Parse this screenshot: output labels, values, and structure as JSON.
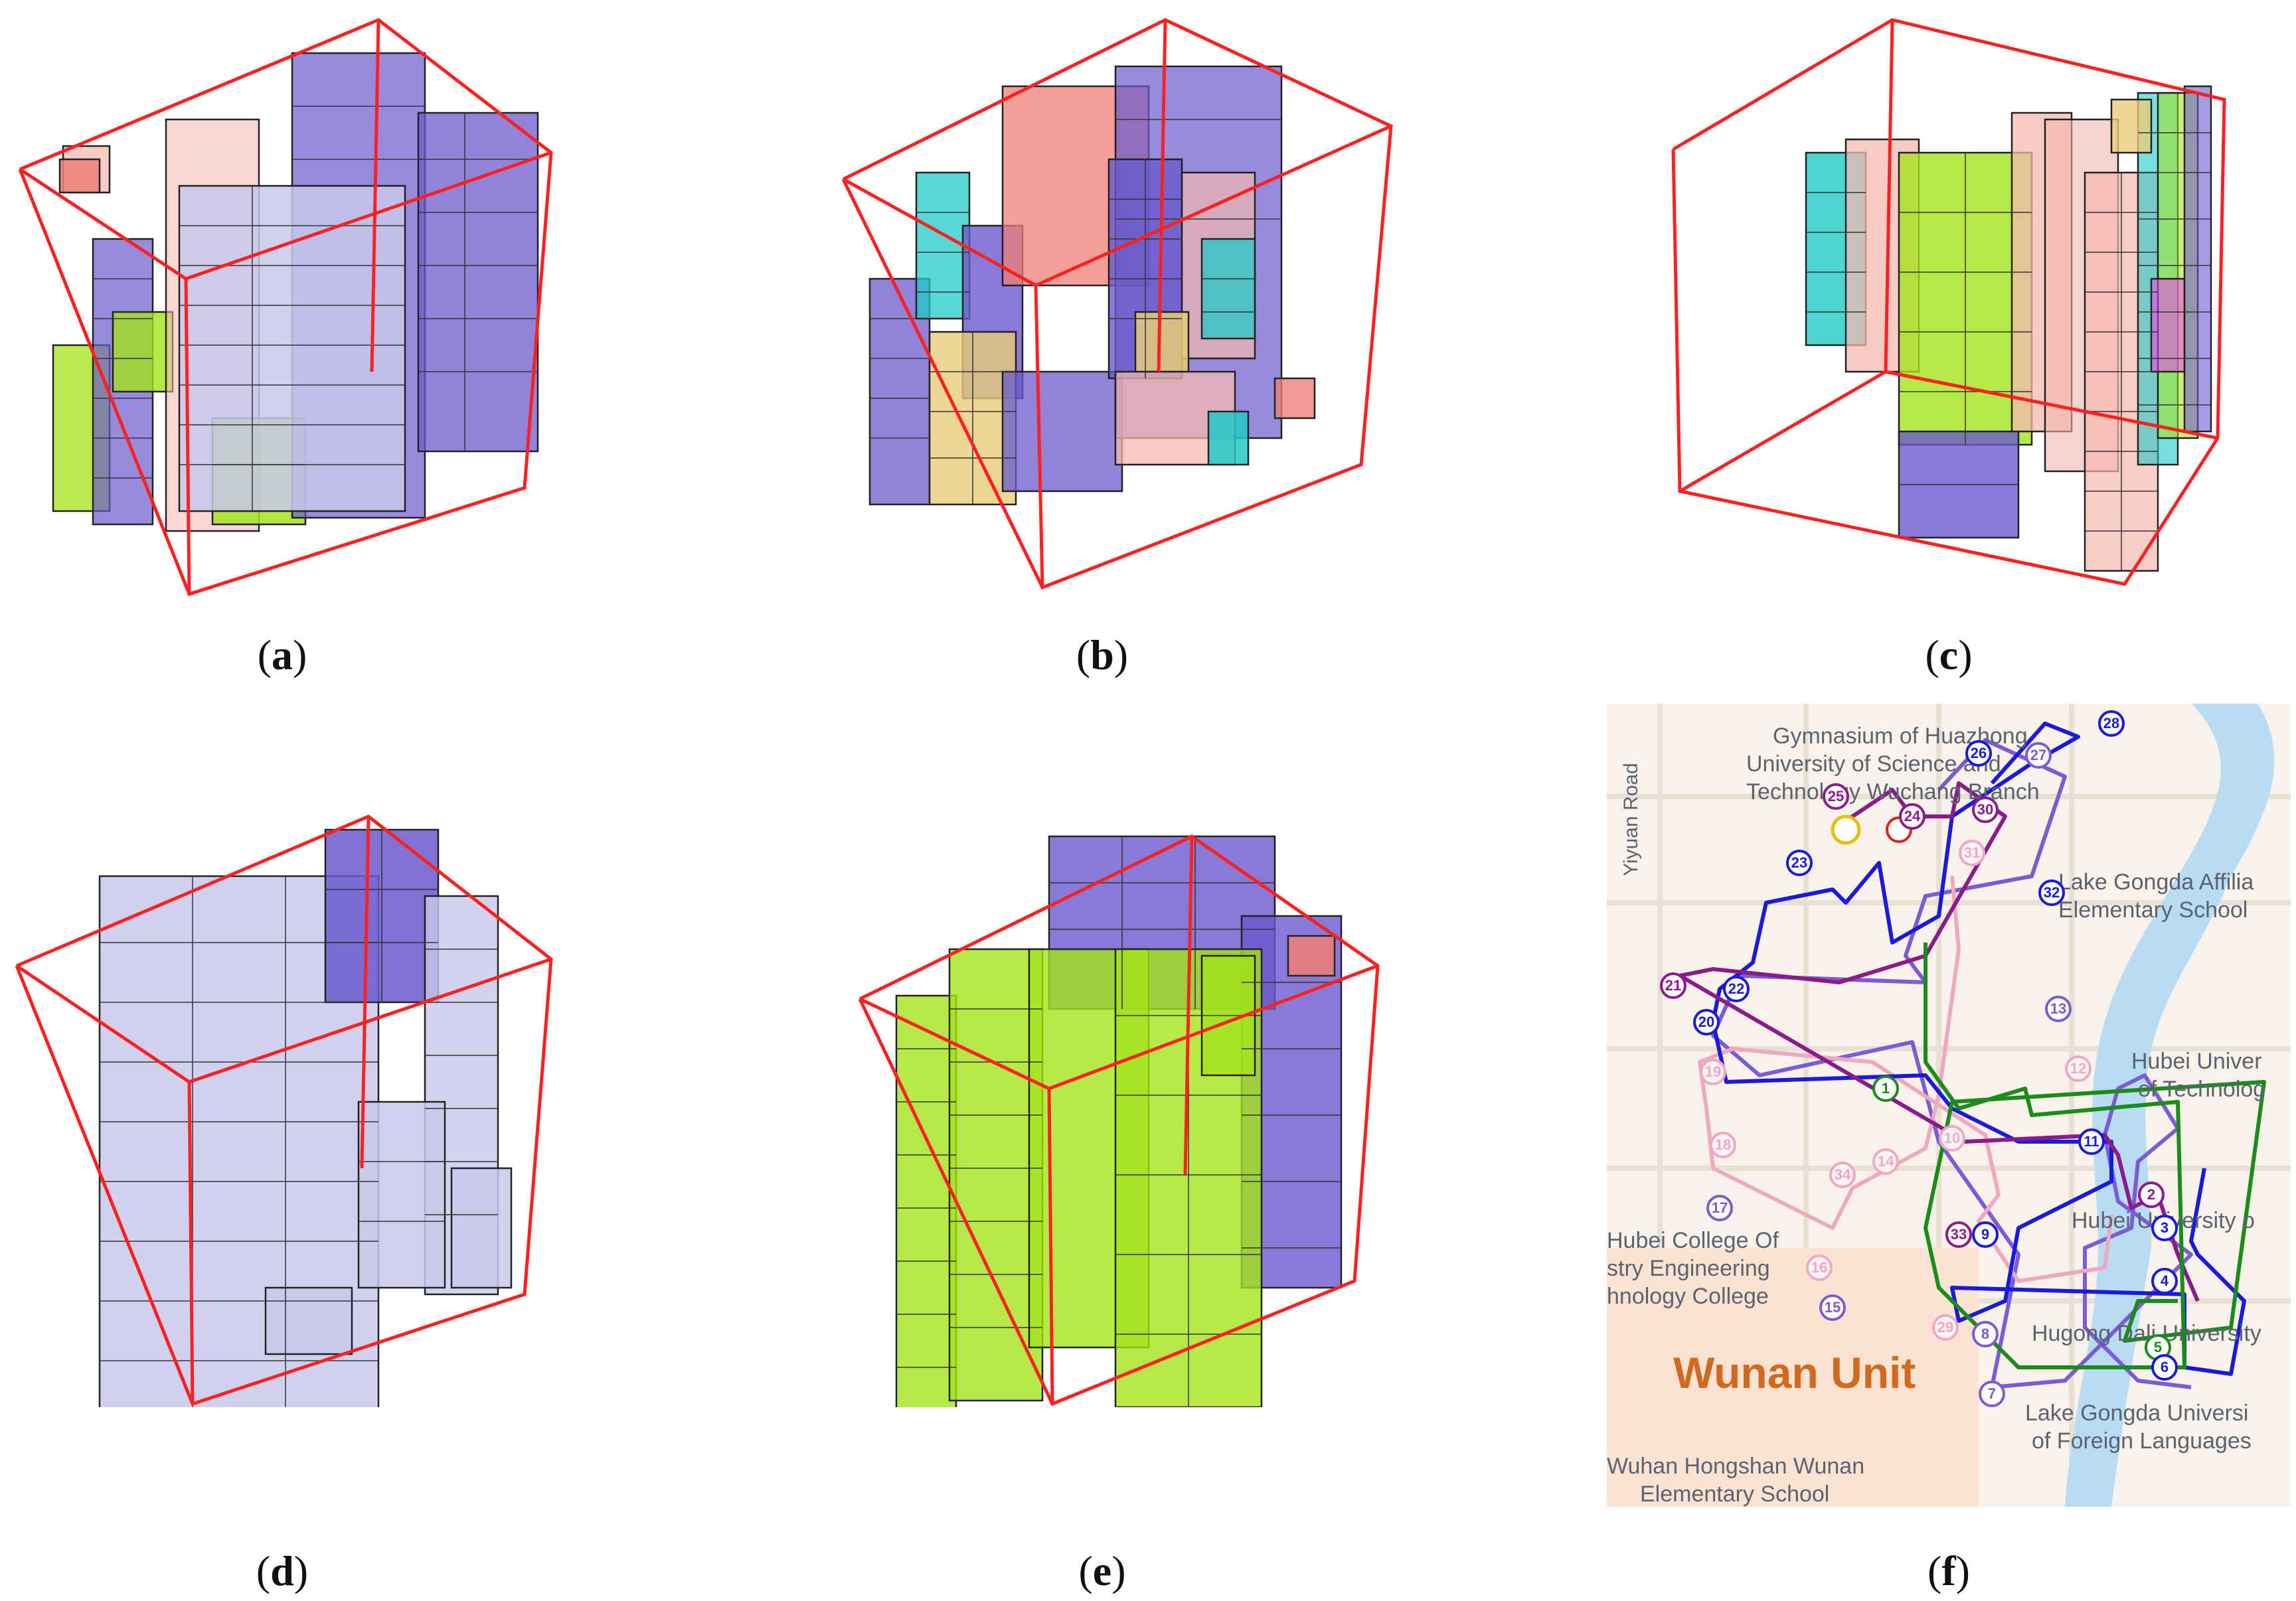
{
  "captions": {
    "a": "a",
    "b": "b",
    "c": "c",
    "d": "d",
    "e": "e",
    "f": "f"
  },
  "colors": {
    "frame": "#ff2020",
    "purple": "#6a5acd",
    "lavender": "#c8c8ec",
    "pink": "#f4b8b0",
    "salmon": "#ee7f78",
    "lime": "#a4e21a",
    "cyan": "#22c8c8",
    "khaki": "#e8cc78",
    "route_purple": "#7b5bd6",
    "route_blue": "#1a1adf",
    "route_magenta": "#8b1a8b",
    "route_green": "#1a8c1a",
    "route_pink": "#f0a8c0",
    "river": "#b9dcf5"
  },
  "map": {
    "labels": {
      "gym1": "Gymnasium of Huazhong",
      "gym2": "University of Science and",
      "gym3": "Technology Wuchang Branch",
      "road": "Yiyuan Road",
      "lake1": "Lake Gongda Affilia",
      "lake2": "Elementary School",
      "hubeiu1": "Hubei Univer",
      "hubeiu2": "of Technolog",
      "hubeiuniv": "Hubei University o",
      "college1": "Hubei College Of",
      "college2": "stry Engineering",
      "college3": "hnology College",
      "hugong": "Hugong Dali University",
      "lakeforeign1": "Lake Gongda Universi",
      "lakeforeign2": "of Foreign Languages",
      "wunan": "Wunan Unit",
      "hongshan1": "Wuhan Hongshan Wunan",
      "hongshan2": "Elementary School"
    },
    "stops": [
      {
        "n": "1",
        "c": "green"
      },
      {
        "n": "2",
        "c": "magenta"
      },
      {
        "n": "3",
        "c": "blue"
      },
      {
        "n": "4",
        "c": "blue"
      },
      {
        "n": "5",
        "c": "green"
      },
      {
        "n": "6",
        "c": "blue"
      },
      {
        "n": "7",
        "c": "purple"
      },
      {
        "n": "8",
        "c": "purple"
      },
      {
        "n": "9",
        "c": "blue"
      },
      {
        "n": "10",
        "c": "pink"
      },
      {
        "n": "11",
        "c": "blue"
      },
      {
        "n": "12",
        "c": "pink"
      },
      {
        "n": "13",
        "c": "purple"
      },
      {
        "n": "14",
        "c": "pink"
      },
      {
        "n": "15",
        "c": "purple"
      },
      {
        "n": "16",
        "c": "pink"
      },
      {
        "n": "17",
        "c": "purple"
      },
      {
        "n": "18",
        "c": "pink"
      },
      {
        "n": "19",
        "c": "pink"
      },
      {
        "n": "20",
        "c": "blue"
      },
      {
        "n": "21",
        "c": "magenta"
      },
      {
        "n": "22",
        "c": "blue"
      },
      {
        "n": "23",
        "c": "blue"
      },
      {
        "n": "24",
        "c": "magenta"
      },
      {
        "n": "25",
        "c": "magenta"
      },
      {
        "n": "26",
        "c": "blue"
      },
      {
        "n": "27",
        "c": "purple"
      },
      {
        "n": "28",
        "c": "blue"
      },
      {
        "n": "29",
        "c": "pink"
      },
      {
        "n": "30",
        "c": "magenta"
      },
      {
        "n": "31",
        "c": "pink"
      },
      {
        "n": "32",
        "c": "blue"
      },
      {
        "n": "33",
        "c": "magenta"
      },
      {
        "n": "34",
        "c": "pink"
      }
    ]
  }
}
